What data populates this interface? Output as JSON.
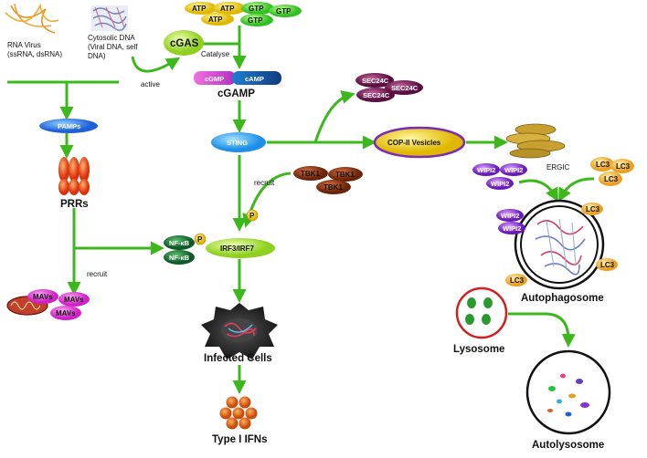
{
  "labels": {
    "rna_virus": [
      "RNA Virus",
      "(ssRNA, dsRNA)"
    ],
    "cytosolic_dna": [
      "Cytosolic DNA",
      "(Viral DNA, self",
      "DNA)"
    ],
    "active": "active",
    "cgas": "cGAS",
    "catalyse": "Catalyse",
    "atp": "ATP",
    "gtp": "GTP",
    "cgmp": "cGMP",
    "camp": "cAMP",
    "cgamp": "cGAMP",
    "pamps": "PAMPs",
    "prrs": "PRRs",
    "recruit": "recruit",
    "mavs": "MAVs",
    "sting": "STING",
    "tbk1": "TBK1",
    "nfkb": "NF-κB",
    "p": "P",
    "irf": "IRF3/IRF7",
    "infected_cells": "Infected Cells",
    "type1_ifns": "Type I IFNs",
    "sec24c": "SEC24C",
    "copii": "COP-II Vesicles",
    "ergic": "ERGIC",
    "wipi2": "WIPI2",
    "lc3": "LC3",
    "autophagosome": "Autophagosome",
    "lysosome": "Lysosome",
    "autolysosome": "Autolysosome"
  },
  "colors": {
    "arrow": "#3cb81c",
    "pamps": "#2f5fd8",
    "prrs": "#e8430f",
    "mavs": "#e437d8",
    "cgas": "#9fe03a",
    "sting": "#1f8fe8",
    "tbk1": "#8a3410",
    "irf": "#b6e23a",
    "nfkb": "#1f7a3a",
    "copii": "#f4b400",
    "copii_border": "#7a2bb8",
    "sec24c": "#7a1e5a",
    "wipi2": "#8a2fd0",
    "lc3": "#f0b030",
    "ergic": "#c8a030",
    "lysosome": "#d02020",
    "ifn": "#e86a10"
  }
}
